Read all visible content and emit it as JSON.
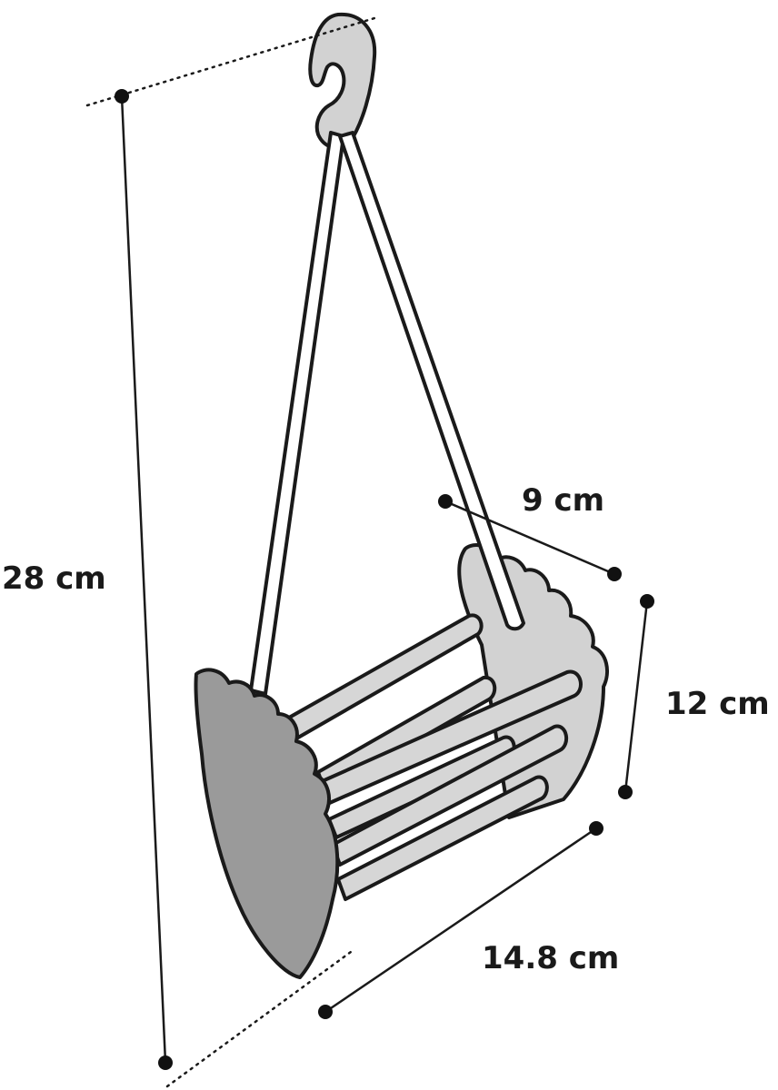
{
  "dimensions": {
    "height": "28 cm",
    "depth": "9 cm",
    "side": "12 cm",
    "length": "14.8 cm"
  },
  "colors": {
    "outline": "#1a1a1a",
    "bar_fill": "#d6d6d6",
    "panel_front": "#9a9a9a",
    "panel_back": "#d2d2d2",
    "background": "#ffffff"
  }
}
